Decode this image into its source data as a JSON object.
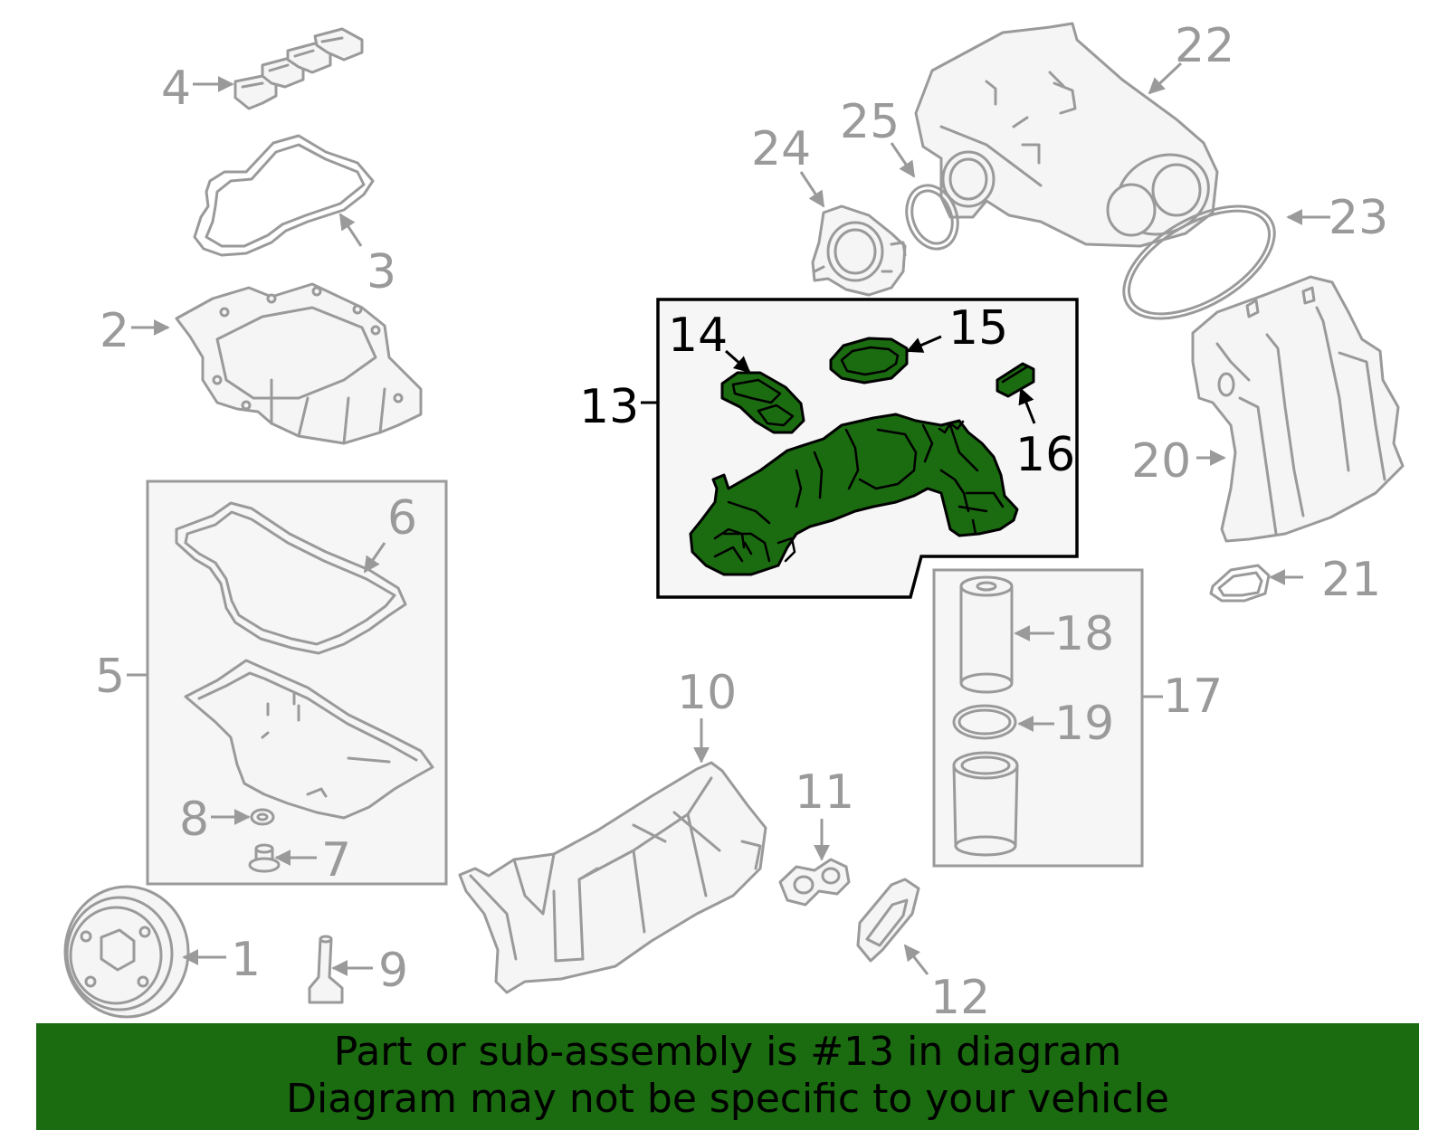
{
  "callouts": {
    "c1": "1",
    "c2": "2",
    "c3": "3",
    "c4": "4",
    "c5": "5",
    "c6": "6",
    "c7": "7",
    "c8": "8",
    "c9": "9",
    "c10": "10",
    "c11": "11",
    "c12": "12",
    "c13": "13",
    "c14": "14",
    "c15": "15",
    "c16": "16",
    "c17": "17",
    "c18": "18",
    "c19": "19",
    "c20": "20",
    "c21": "21",
    "c22": "22",
    "c23": "23",
    "c24": "24",
    "c25": "25"
  },
  "highlight": {
    "part": "13",
    "fill_color": "#1b6b10"
  },
  "colors": {
    "part_stroke": "#9a9a9a",
    "highlight_stroke": "#000000",
    "banner_bg": "#1b6b10"
  },
  "banner": {
    "line1": "Part or sub-assembly is #13 in diagram",
    "line2": "Diagram may not be specific to your vehicle"
  }
}
